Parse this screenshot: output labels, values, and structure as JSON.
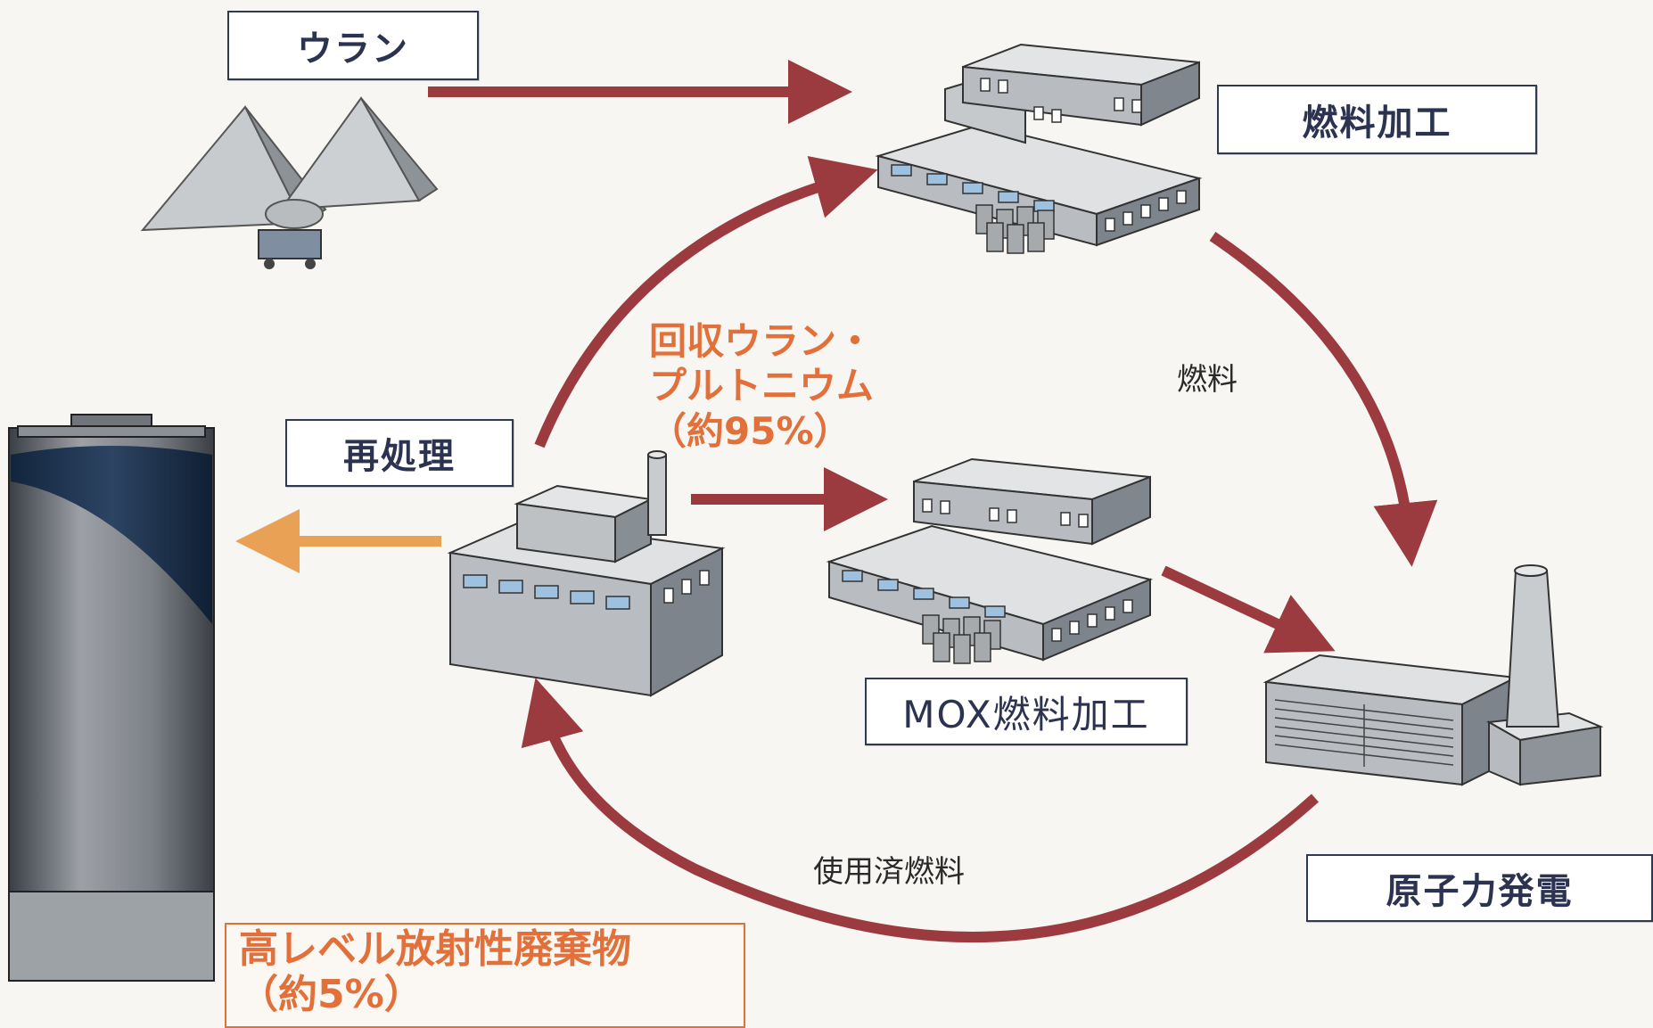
{
  "labels": {
    "uranium": "ウラン",
    "fuel_fabrication": "燃料加工",
    "reprocessing": "再処理",
    "mox_fabrication": "MOX燃料加工",
    "nuclear_power": "原子力発電"
  },
  "flows": {
    "fuel": "燃料",
    "spent_fuel": "使用済燃料",
    "recovered_line1": "回収ウラン・",
    "recovered_line2": "プルトニウム",
    "recovered_line3": "（約95%）",
    "waste_line1": "高レベル放射性廃棄物",
    "waste_line2": "（約5%）"
  },
  "colors": {
    "arrow": "#9c3b3f",
    "waste_arrow": "#e8a155",
    "orange_text": "#e2703a",
    "label_text": "#2b3350"
  }
}
